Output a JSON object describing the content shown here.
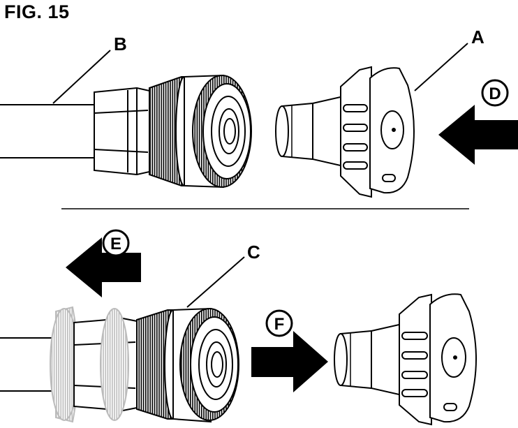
{
  "figure": {
    "title": "FIG. 15"
  },
  "labels": {
    "a": "A",
    "b": "B",
    "c": "C",
    "d": "D",
    "e": "E",
    "f": "F"
  },
  "colors": {
    "ink": "#000000",
    "paper": "#ffffff",
    "ghost": "#bbbbbb"
  }
}
